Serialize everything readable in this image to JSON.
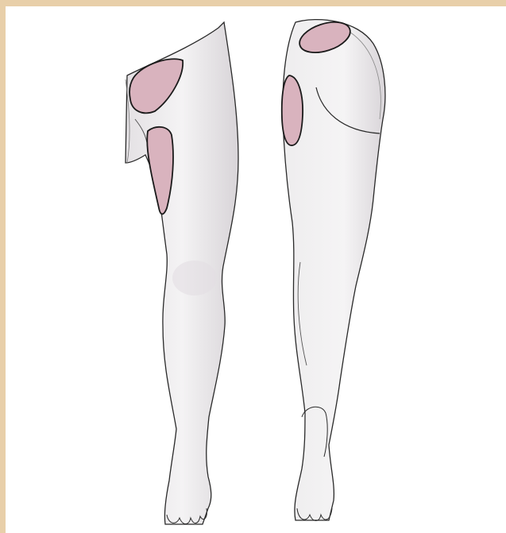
{
  "figure": {
    "frame_color": "#e8cfa9",
    "background_color": "#ffffff",
    "skin_fill": "#f1eff1",
    "skin_shadow": "#dcd8dc",
    "outline_color": "#2a2a2a",
    "highlight_fill": "#d9b3be",
    "views": [
      {
        "view": "anterior",
        "highlighted_regions": 2
      },
      {
        "view": "posterior",
        "highlighted_regions": 2
      }
    ]
  }
}
